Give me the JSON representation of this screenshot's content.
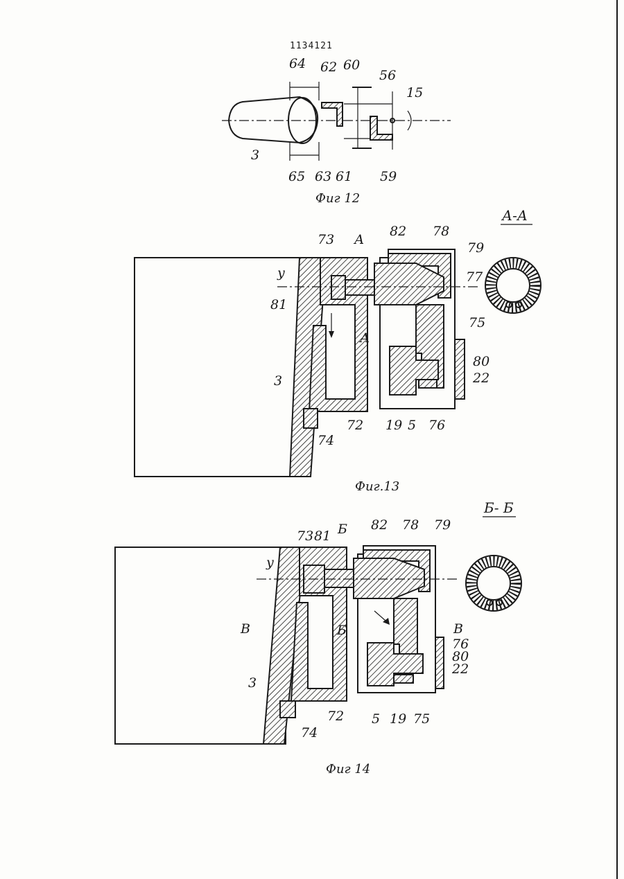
{
  "document": {
    "patent_number": "1134121"
  },
  "fig12": {
    "caption": "Фиг 12",
    "labels": {
      "l64": "64",
      "l62": "62",
      "l60": "60",
      "l56": "56",
      "l15": "15",
      "l3": "3",
      "l65": "65",
      "l63": "63",
      "l61": "61",
      "l59": "59"
    }
  },
  "fig13": {
    "caption": "Фиг.13",
    "section_title": "А-А",
    "labels": {
      "l73": "73",
      "lA1": "А",
      "l82": "82",
      "l78": "78",
      "l79": "79",
      "lY": "у",
      "l77": "77",
      "l81": "81",
      "l75": "75",
      "lA2": "А",
      "l80": "80",
      "l22": "22",
      "l3": "3",
      "l72": "72",
      "l19": "19",
      "l5": "5",
      "l76": "76",
      "l74": "74"
    }
  },
  "fig14": {
    "caption": "Фиг 14",
    "section_title": "Б- Б",
    "labels": {
      "l73": "73",
      "l81": "81",
      "lB1": "Б",
      "l82": "82",
      "l78": "78",
      "l79": "79",
      "lY": "у",
      "lB2": "Б",
      "lV1": "В",
      "lV2": "В",
      "l76": "76",
      "l80": "80",
      "l22": "22",
      "l3": "3",
      "l72": "72",
      "l5": "5",
      "l19": "19",
      "l75": "75",
      "l74": "74"
    }
  }
}
